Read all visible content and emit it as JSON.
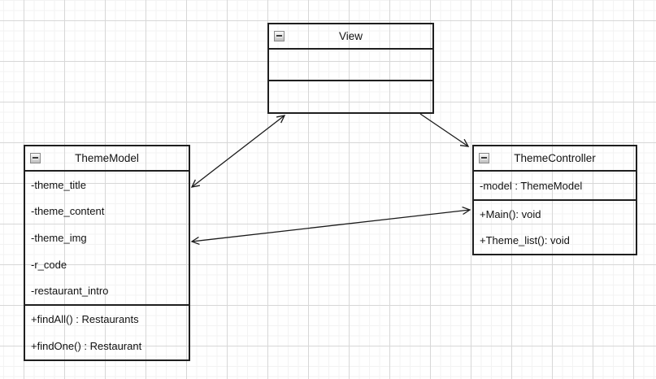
{
  "canvas": {
    "background_color": "#ffffff",
    "grid_minor_color": "#f3f3f3",
    "grid_major_color": "#d7d7d7",
    "stroke_color": "#1a1a1a",
    "text_color": "#111111"
  },
  "icons": {
    "collapse": "minus-in-square"
  },
  "classes": [
    {
      "id": "view",
      "title": "View",
      "attributes": [],
      "methods": []
    },
    {
      "id": "thememodel",
      "title": "ThemeModel",
      "attributes": [
        "-theme_title",
        "-theme_content",
        "-theme_img",
        "-r_code",
        "-restaurant_intro"
      ],
      "methods": [
        "+findAll() : Restaurants",
        "+findOne() : Restaurant"
      ]
    },
    {
      "id": "themecontroller",
      "title": "ThemeController",
      "attributes": [
        "-model : ThemeModel"
      ],
      "methods": [
        "+Main(): void",
        "+Theme_list(): void"
      ]
    }
  ],
  "edges": [
    {
      "from": "View",
      "to": "ThemeModel",
      "style": "open-arrow-both-ends"
    },
    {
      "from": "View",
      "to": "ThemeController",
      "style": "open-arrow-at-target"
    },
    {
      "from": "ThemeController",
      "to": "ThemeModel",
      "style": "open-arrow-both-ends"
    }
  ]
}
